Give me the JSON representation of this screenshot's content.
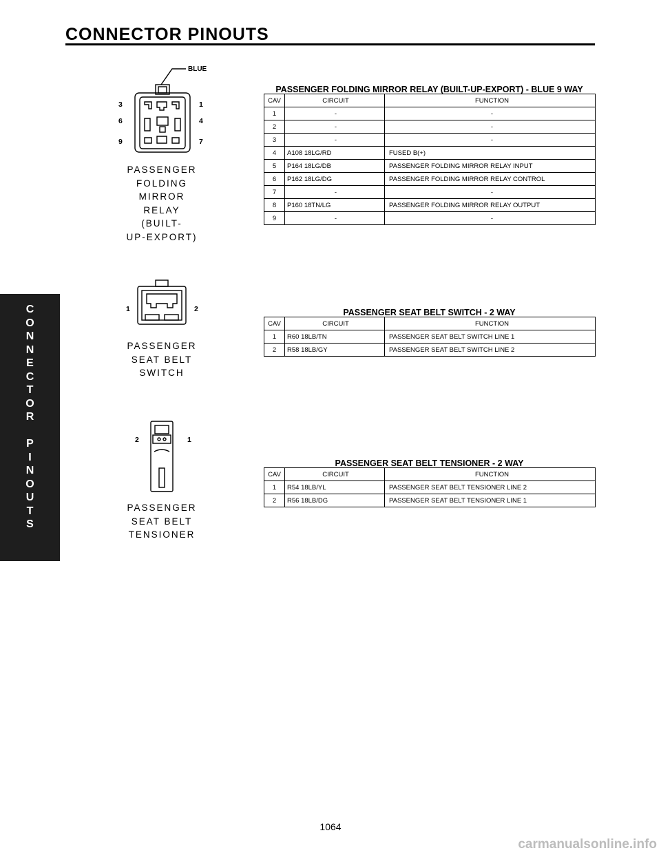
{
  "header": {
    "title": "CONNECTOR PINOUTS"
  },
  "side_tab": {
    "letters": [
      "C",
      "O",
      "N",
      "N",
      "E",
      "C",
      "T",
      "O",
      "R",
      "",
      "P",
      "I",
      "N",
      "O",
      "U",
      "T",
      "S"
    ]
  },
  "connectors": [
    {
      "label_lines": [
        "PASSENGER",
        "FOLDING",
        "MIRROR",
        "RELAY",
        "(BUILT-",
        "UP-EXPORT)"
      ],
      "color_callout": "BLUE",
      "pin_labels": [
        "3",
        "1",
        "6",
        "4",
        "9",
        "7"
      ],
      "table_title": "PASSENGER FOLDING MIRROR RELAY (BUILT-UP-EXPORT) - BLUE 9 WAY",
      "headers": [
        "CAV",
        "CIRCUIT",
        "FUNCTION"
      ],
      "rows": [
        [
          "1",
          "-",
          "-"
        ],
        [
          "2",
          "-",
          "-"
        ],
        [
          "3",
          "-",
          "-"
        ],
        [
          "4",
          "A108 18LG/RD",
          "FUSED B(+)"
        ],
        [
          "5",
          "P164 18LG/DB",
          "PASSENGER FOLDING MIRROR RELAY INPUT"
        ],
        [
          "6",
          "P162 18LG/DG",
          "PASSENGER FOLDING MIRROR RELAY CONTROL"
        ],
        [
          "7",
          "-",
          "-"
        ],
        [
          "8",
          "P160 18TN/LG",
          "PASSENGER FOLDING MIRROR RELAY OUTPUT"
        ],
        [
          "9",
          "-",
          "-"
        ]
      ]
    },
    {
      "label_lines": [
        "PASSENGER",
        "SEAT BELT",
        "SWITCH"
      ],
      "pin_labels": [
        "1",
        "2"
      ],
      "table_title": "PASSENGER SEAT BELT SWITCH - 2 WAY",
      "headers": [
        "CAV",
        "CIRCUIT",
        "FUNCTION"
      ],
      "rows": [
        [
          "1",
          "R60 18LB/TN",
          "PASSENGER SEAT BELT SWITCH LINE 1"
        ],
        [
          "2",
          "R58 18LB/GY",
          "PASSENGER SEAT BELT SWITCH LINE 2"
        ]
      ]
    },
    {
      "label_lines": [
        "PASSENGER",
        "SEAT BELT",
        "TENSIONER"
      ],
      "pin_labels": [
        "2",
        "1"
      ],
      "table_title": "PASSENGER SEAT BELT TENSIONER - 2 WAY",
      "headers": [
        "CAV",
        "CIRCUIT",
        "FUNCTION"
      ],
      "rows": [
        [
          "1",
          "R54 18LB/YL",
          "PASSENGER SEAT BELT TENSIONER LINE 2"
        ],
        [
          "2",
          "R56 18LB/DG",
          "PASSENGER SEAT BELT TENSIONER LINE 1"
        ]
      ]
    }
  ],
  "footer": {
    "page_number": "1064",
    "watermark": "carmanualsonline.info"
  }
}
